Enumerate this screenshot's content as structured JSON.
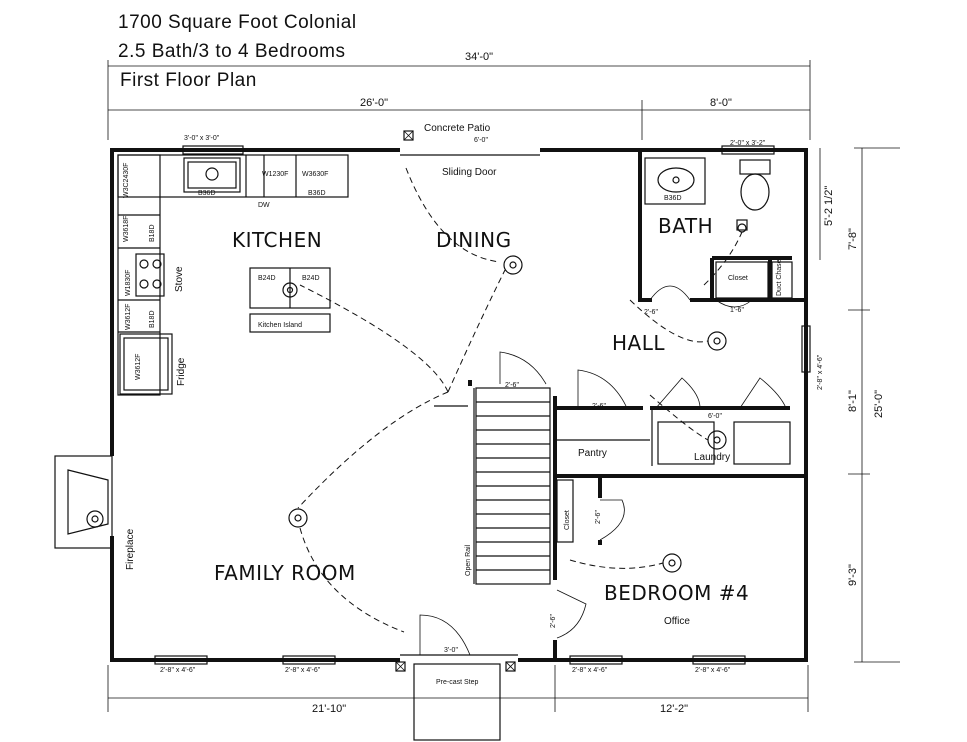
{
  "titles": {
    "line1": "1700 Square Foot Colonial",
    "line2": "2.5 Bath/3 to 4 Bedrooms",
    "line3": "First Floor Plan"
  },
  "rooms": {
    "kitchen": "KITCHEN",
    "dining": "DINING",
    "bath": "BATH",
    "hall": "HALL",
    "family_room": "FAMILY ROOM",
    "bedroom4": "BEDROOM #4",
    "office": "Office"
  },
  "labels": {
    "concrete_patio": "Concrete Patio",
    "sliding_door": "Sliding Door",
    "kitchen_island": "Kitchen Island",
    "pantry": "Pantry",
    "laundry": "Laundry",
    "closet_hall": "Closet",
    "closet_bed": "Closet",
    "duct_chase": "Duct Chase",
    "fireplace": "Fireplace",
    "fridge": "Fridge",
    "stove": "Stove",
    "dw": "DW",
    "open_rail": "Open Rail",
    "precast_step": "Pre-cast Step"
  },
  "cabinets": {
    "b36d_sink": "B36D",
    "w1230f": "W1230F",
    "w3630f": "W3630F",
    "b36d_right": "B36D",
    "b18d_a": "B18D",
    "b18d_b": "B18D",
    "w3618f": "W3618F",
    "w1830f": "W1830F",
    "w3612f": "W3612F",
    "w3c2430f": "W3C2430F",
    "b24d_a": "B24D",
    "b24d_b": "B24D",
    "b36d_bath": "B36D"
  },
  "dimensions": {
    "overall_top": "34'-0\"",
    "top_left": "26'-0\"",
    "top_right": "8'-0\"",
    "kitchen_window": "3'-0\" x 3'-0\"",
    "patio_door": "6'-0\"",
    "bath_window": "2'-0\" x 3'-2\"",
    "right_total": "25'-0\"",
    "right_top": "7'-8\"",
    "right_top_inner": "5'-2 1/2\"",
    "right_mid": "8'-1\"",
    "right_bottom": "9'-3\"",
    "hall_window": "2'-8\" x 4'-6\"",
    "stair_door": "2'-6\"",
    "hall_door_a": "2'-6\"",
    "hall_door_b": "1'-6\"",
    "pantry_door": "2'-6\"",
    "laundry_width": "6'-0\"",
    "closet_door": "2'-6\"",
    "bedroom_door": "2'-6\"",
    "front_door": "3'-0\"",
    "win_bottom_1": "2'-8\" x 4'-6\"",
    "win_bottom_2": "2'-8\" x 4'-6\"",
    "win_bottom_3": "2'-8\" x 4'-6\"",
    "win_bottom_4": "2'-8\" x 4'-6\"",
    "bottom_left": "21'-10\"",
    "bottom_right": "12'-2\""
  }
}
